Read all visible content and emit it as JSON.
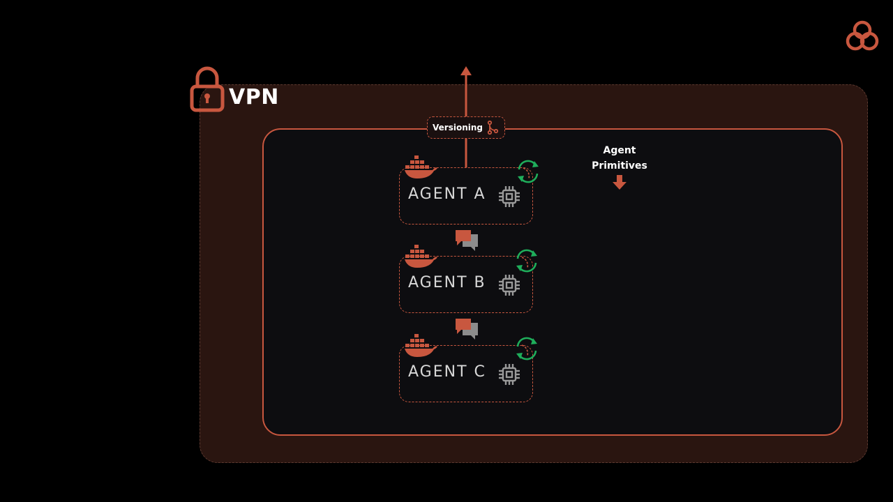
{
  "vpn": {
    "label": "VPN",
    "icon": "lock-icon"
  },
  "logo": {
    "icon": "brand-knot-icon"
  },
  "versioning": {
    "label": "Versioning",
    "icon": "git-branch-icon"
  },
  "primitives": {
    "line1": "Agent",
    "line2": "Primitives",
    "icon": "arrow-down-icon"
  },
  "agents": [
    {
      "label": "AGENT A",
      "container_icon": "docker-icon",
      "status_icon": "sync-icon",
      "compute_icon": "cpu-chip-icon"
    },
    {
      "label": "AGENT B",
      "container_icon": "docker-icon",
      "status_icon": "sync-icon",
      "compute_icon": "cpu-chip-icon"
    },
    {
      "label": "AGENT C",
      "container_icon": "docker-icon",
      "status_icon": "sync-icon",
      "compute_icon": "cpu-chip-icon"
    }
  ],
  "connectors": [
    {
      "icon": "chat-bubbles-icon"
    },
    {
      "icon": "chat-bubbles-icon"
    }
  ],
  "colors": {
    "accent": "#c8573f",
    "vpn_fill": "#2a1510",
    "inner_fill": "#0d0d10",
    "sync_green": "#1fae5b",
    "chat_grey": "#8c8c8c",
    "text": "#ffffff"
  }
}
